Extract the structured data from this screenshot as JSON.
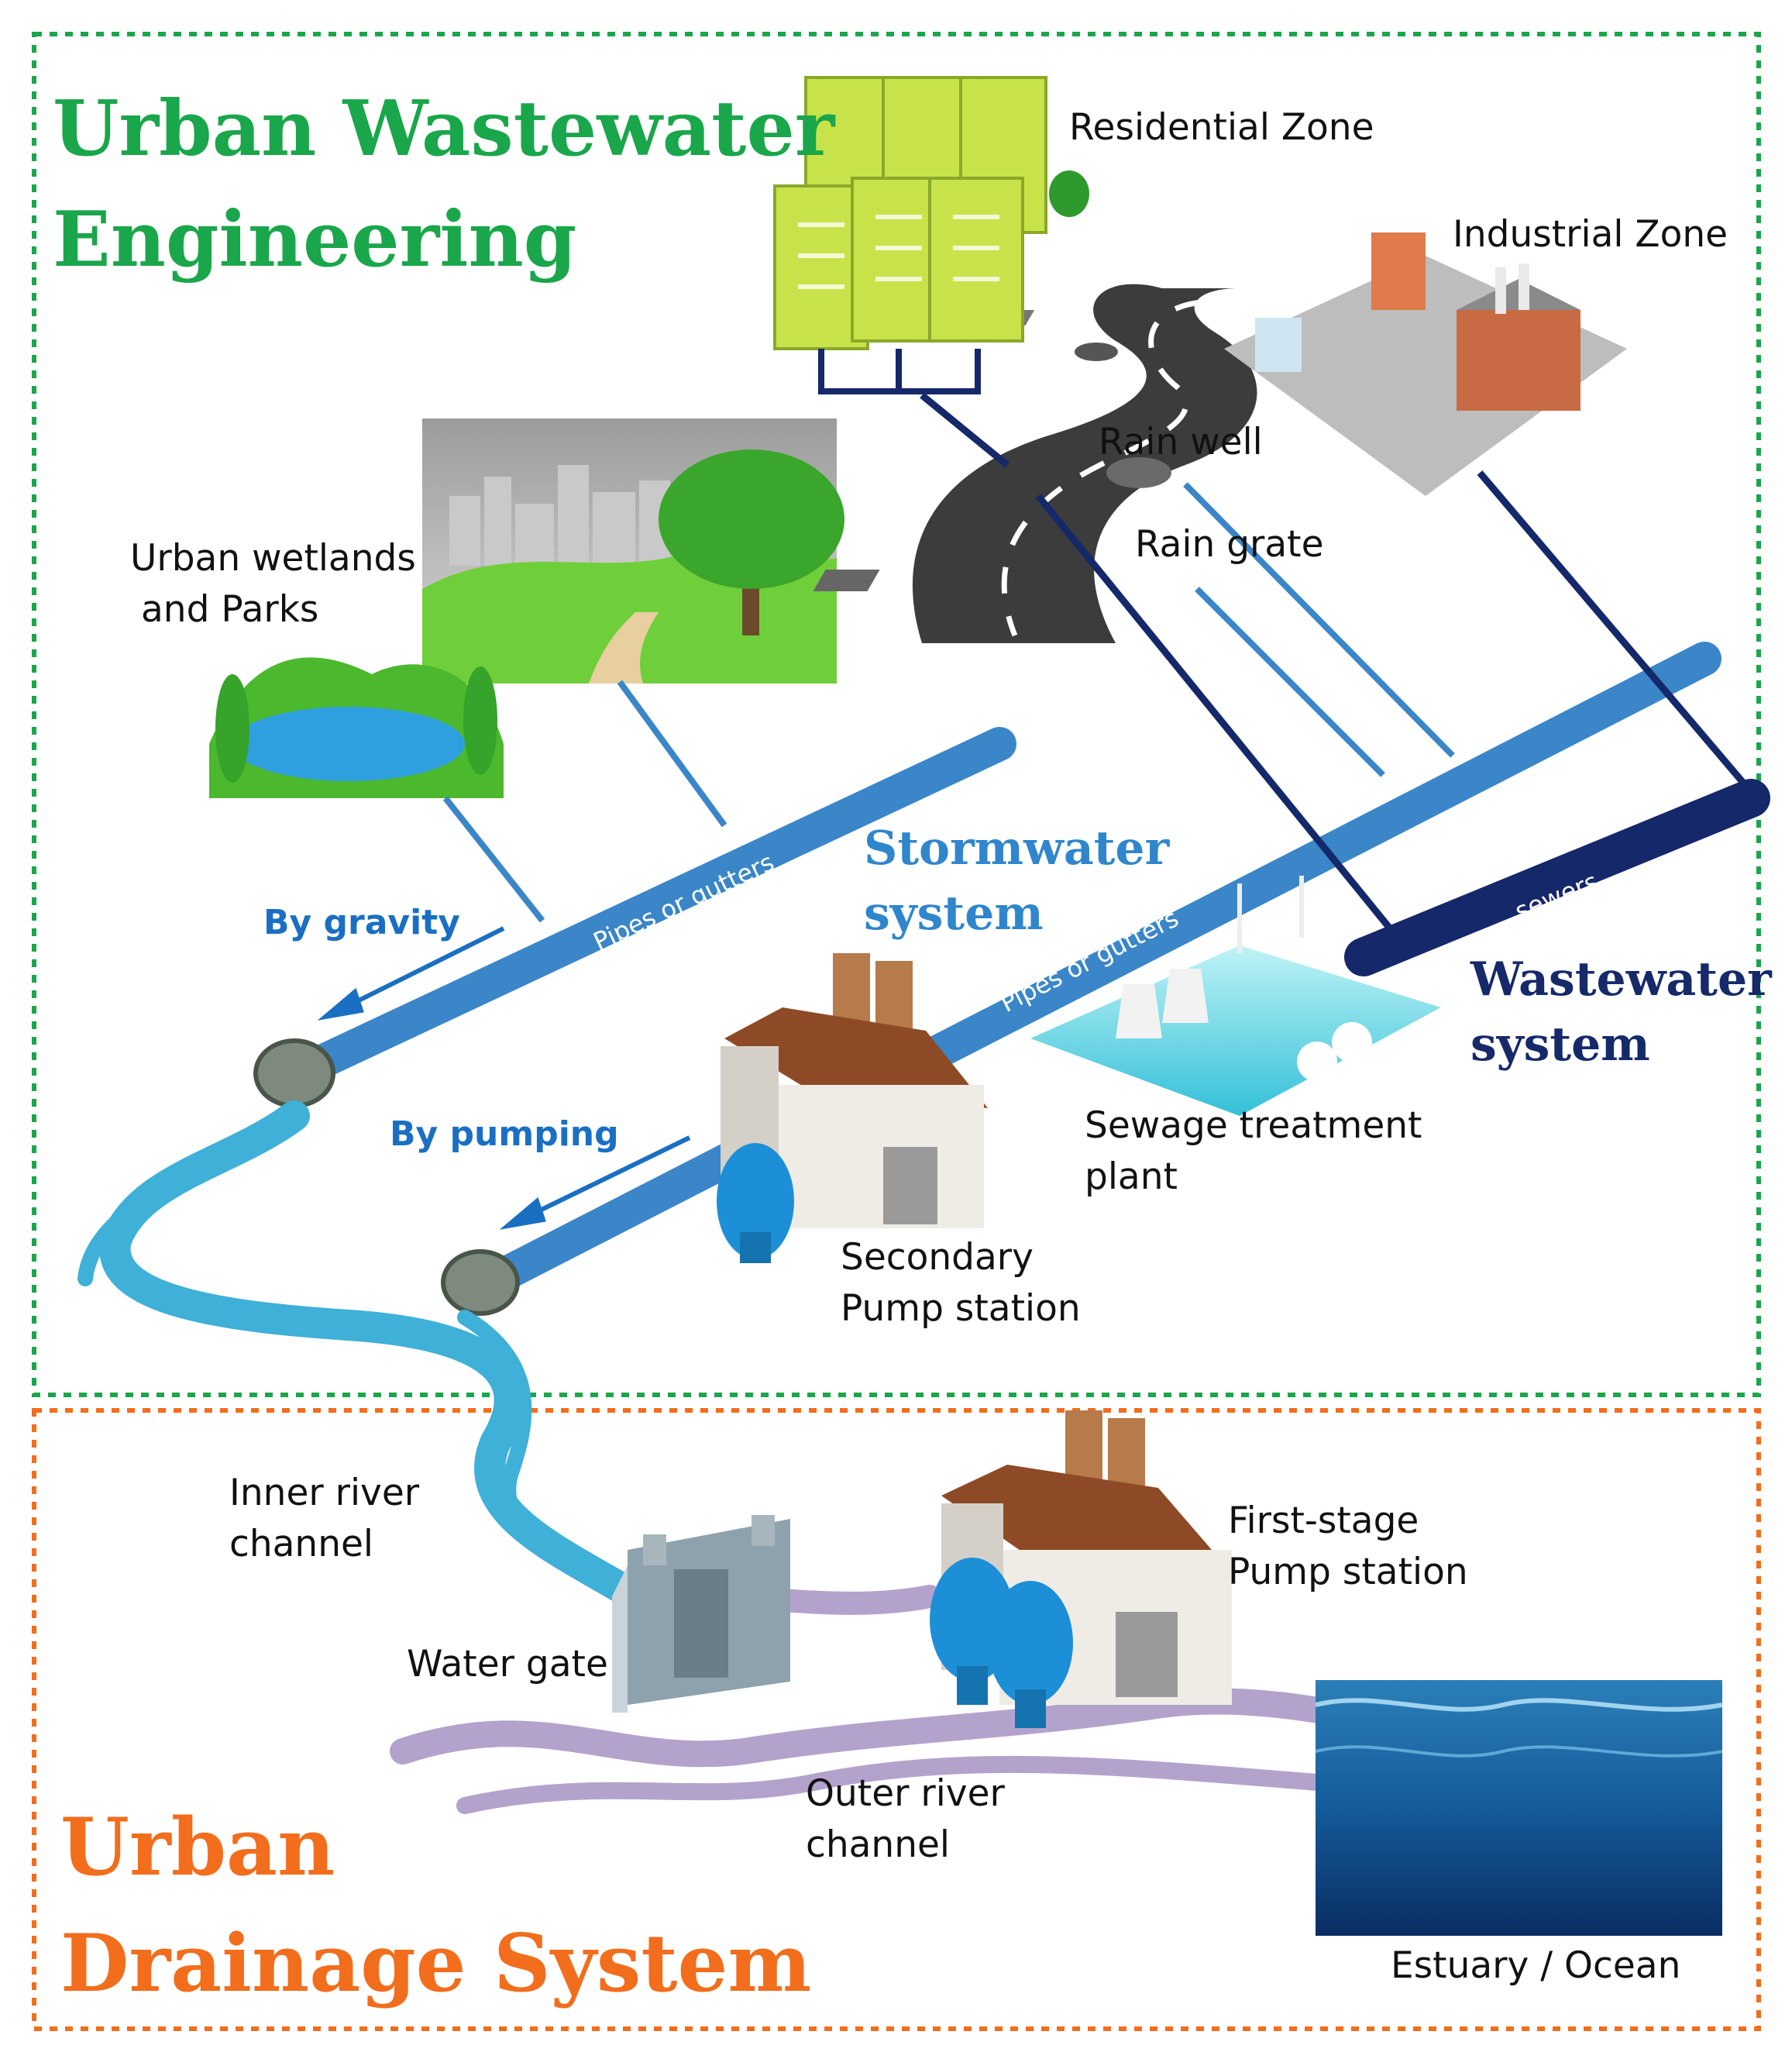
{
  "sections": {
    "engineering_title": [
      "Urban Wastewater",
      "Engineering"
    ],
    "drainage_title": [
      "Urban",
      "Drainage System"
    ]
  },
  "systems": {
    "stormwater": [
      "Stormwater",
      "system"
    ],
    "wastewater": [
      "Wastewater",
      "system"
    ]
  },
  "labels": {
    "residential": "Residential Zone",
    "industrial": "Industrial Zone",
    "rain_well": "Rain well",
    "rain_grate": "Rain grate",
    "wetlands": [
      "Urban wetlands",
      "and Parks"
    ],
    "sewage_plant": [
      "Sewage treatment",
      "plant"
    ],
    "secondary_pump": [
      "Secondary",
      "Pump station"
    ],
    "first_pump": [
      "First-stage",
      "Pump station"
    ],
    "inner_river": [
      "Inner river",
      "channel"
    ],
    "water_gate": "Water gate",
    "outer_river": [
      "Outer river",
      "channel"
    ],
    "estuary": "Estuary / Ocean"
  },
  "flows": {
    "gravity": "By gravity",
    "pumping": "By pumping"
  },
  "pipes": {
    "upper": "Pipes or gutters",
    "middle": "Pipes or gutters",
    "sewers": "sewers"
  },
  "colors": {
    "engineering_border": "#1aa64a",
    "drainage_border": "#f26d1c",
    "stormwater_pipe": "#3a86c8",
    "sewer_pipe": "#14286a",
    "river": "#3fb0d8",
    "outer_river": "#b3a3cc"
  }
}
